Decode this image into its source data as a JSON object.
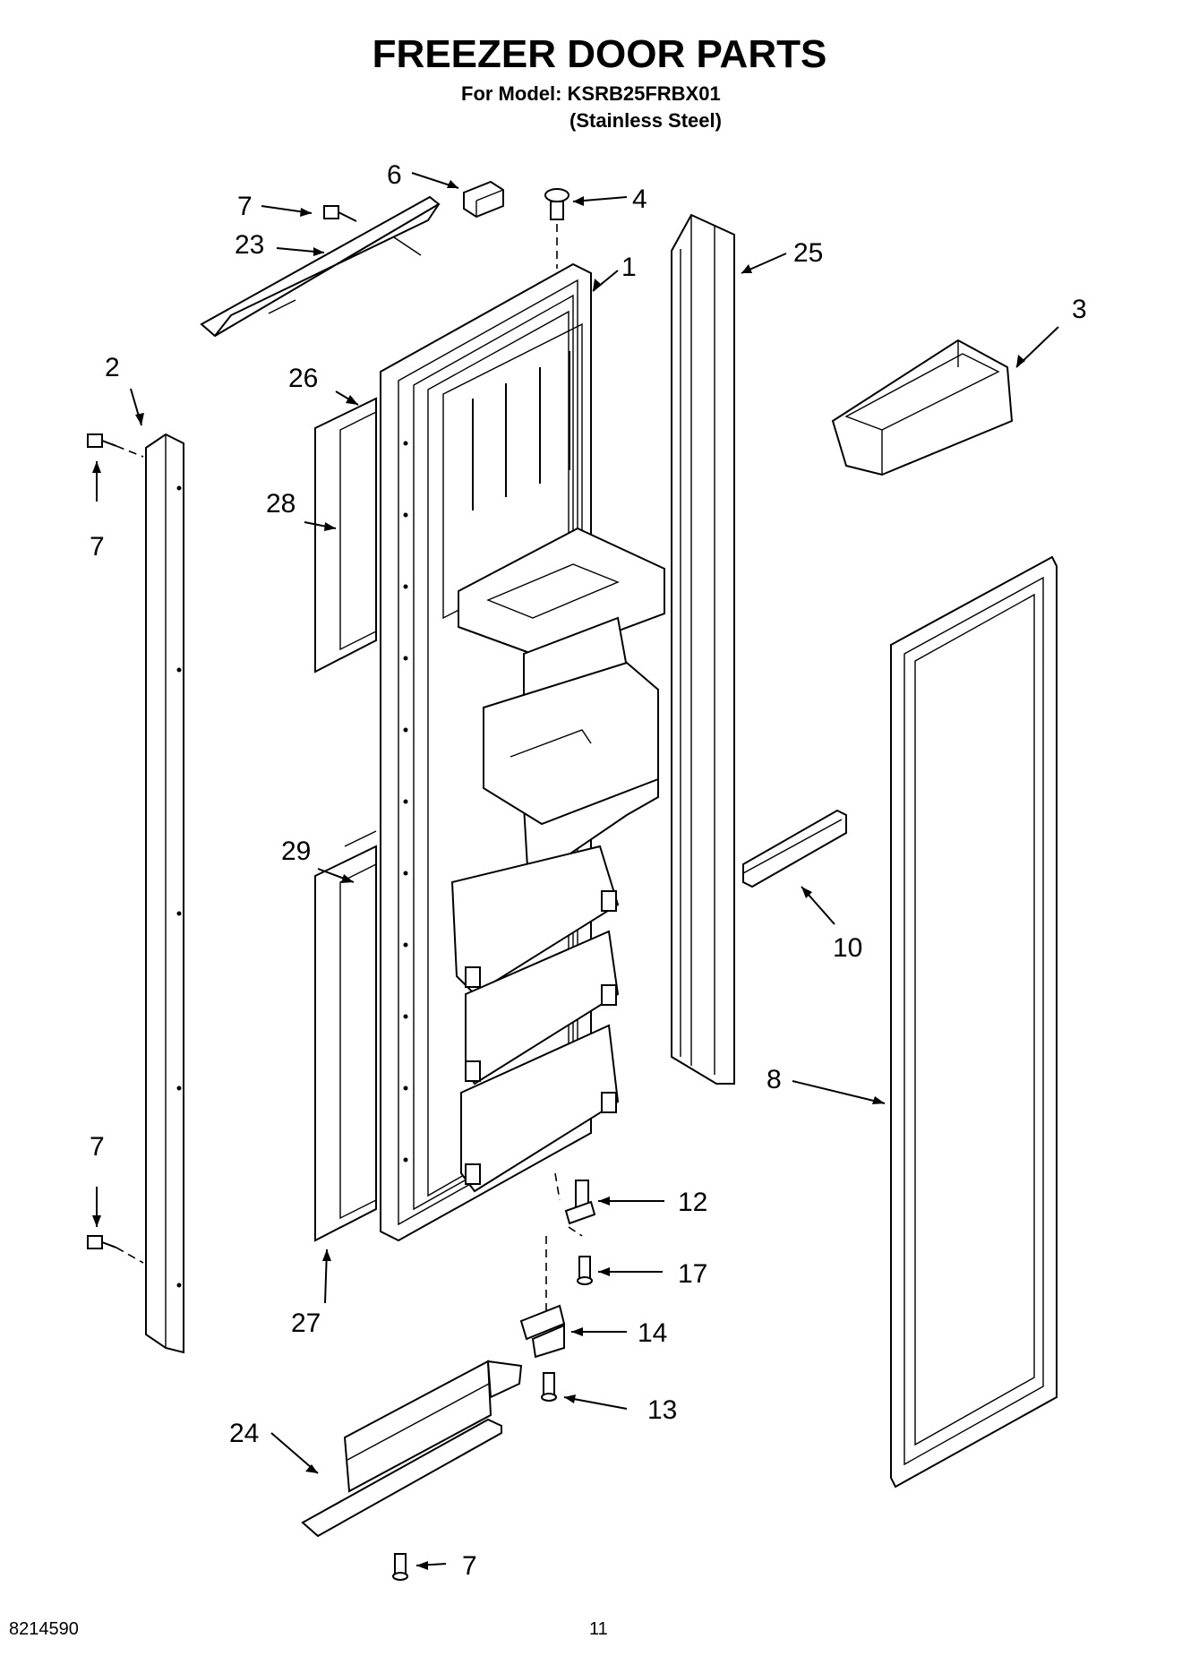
{
  "title": "FREEZER DOOR PARTS",
  "model_line": "For Model: KSRB25FRBX01",
  "finish_line": "(Stainless Steel)",
  "doc_number": "8214590",
  "page_number": "11",
  "callouts": {
    "c1": "1",
    "c2": "2",
    "c3": "3",
    "c4": "4",
    "c6": "6",
    "c7a": "7",
    "c7b": "7",
    "c7c": "7",
    "c7d": "7",
    "c8": "8",
    "c10": "10",
    "c12": "12",
    "c13": "13",
    "c14": "14",
    "c17": "17",
    "c23": "23",
    "c24": "24",
    "c25": "25",
    "c26": "26",
    "c27": "27",
    "c28": "28",
    "c29": "29"
  }
}
